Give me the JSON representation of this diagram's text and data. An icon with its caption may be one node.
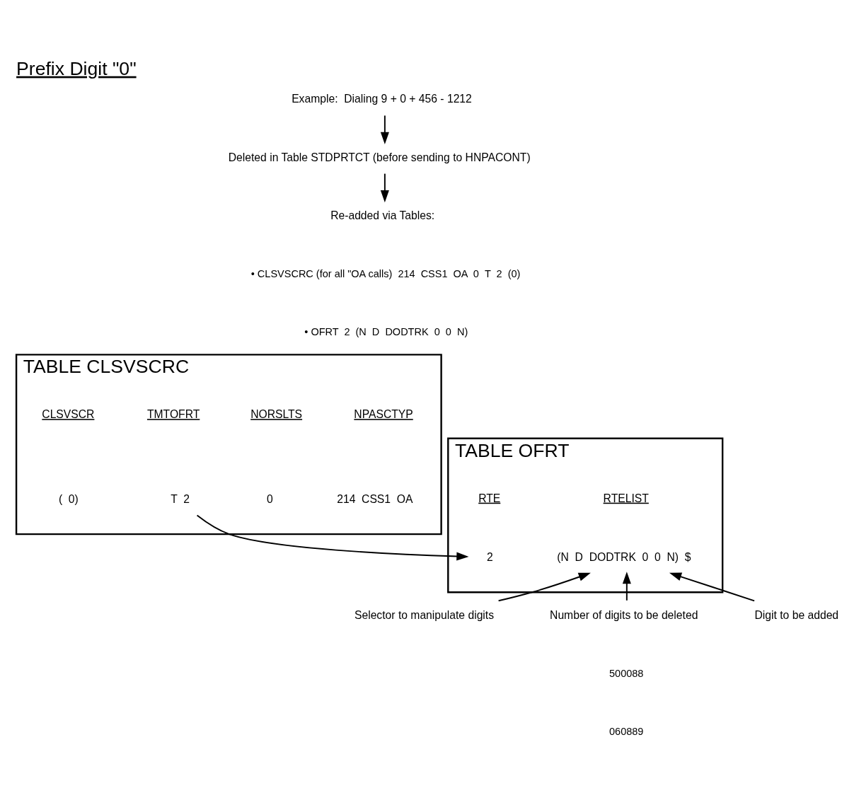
{
  "diagram": {
    "title": "Prefix Digit \"0\"",
    "nodes": [
      {
        "text": [
          "Example:  Dialing 9 + 0 + 456 - 1212"
        ]
      },
      {
        "text": [
          "Deleted in Table STDPRTCT (before sending to HNPACONT)"
        ]
      },
      {
        "text": [
          "Re-added via Tables:"
        ]
      },
      {
        "text": [
          "TABLE CLSVSCRC"
        ]
      },
      {
        "text": [
          "NPASCTYP"
        ],
        "in": 3
      },
      {
        "text": [
          "NORSLTS"
        ],
        "in": 3
      },
      {
        "text": [
          "TMTOFRT"
        ],
        "in": 3
      },
      {
        "text": [
          "CLSVSCR"
        ],
        "in": 3
      },
      {
        "text": [
          "214  CSS1  OA"
        ],
        "in": 3
      },
      {
        "text": [
          "0"
        ],
        "in": 3
      },
      {
        "text": [
          "T  2"
        ],
        "in": 3
      },
      {
        "text": [
          "(  0)"
        ],
        "in": 3
      },
      {
        "text": [
          "TABLE OFRT"
        ]
      },
      {
        "text": [
          "RTE"
        ],
        "in": 12
      },
      {
        "text": [
          "RTELIST"
        ],
        "in": 12
      },
      {
        "text": [
          "2"
        ],
        "in": 12
      },
      {
        "text": [
          "(N  D  DODTRK  0  0  N)  $"
        ],
        "in": 12
      },
      {
        "text": [
          "Selector to manipulate digits"
        ]
      },
      {
        "text": [
          "Number of digits to be deleted"
        ]
      },
      {
        "text": [
          "Digit to be added"
        ]
      }
    ],
    "edges": [
      {
        "from": 0,
        "to": 1,
        "arrow": "to"
      },
      {
        "from": 1,
        "to": 2,
        "arrow": "to"
      },
      {
        "from": 10,
        "to": 15,
        "arrow": "to"
      },
      {
        "from": 17,
        "to": 16,
        "arrow": "to"
      },
      {
        "from": 18,
        "to": 16,
        "arrow": "to"
      },
      {
        "from": 19,
        "to": 16,
        "arrow": "to"
      }
    ],
    "labels": [
      "• CLSVSCRC (for all \"OA calls)  214  CSS1  OA  0  T  2  (0)",
      "• OFRT  2  (N  D  DODTRK  0  0  N)",
      "500088",
      "060889"
    ]
  }
}
